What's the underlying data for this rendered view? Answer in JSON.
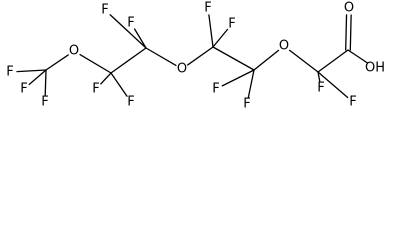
{
  "molecule": {
    "atoms": [
      {
        "id": "f1",
        "symbol": "F"
      },
      {
        "id": "f2",
        "symbol": "F"
      },
      {
        "id": "f3",
        "symbol": "F"
      },
      {
        "id": "o1",
        "symbol": "O"
      },
      {
        "id": "f4",
        "symbol": "F"
      },
      {
        "id": "f5",
        "symbol": "F"
      },
      {
        "id": "f6",
        "symbol": "F"
      },
      {
        "id": "f7",
        "symbol": "F"
      },
      {
        "id": "o2",
        "symbol": "O"
      },
      {
        "id": "f8",
        "symbol": "F"
      },
      {
        "id": "f9",
        "symbol": "F"
      },
      {
        "id": "f10",
        "symbol": "F"
      },
      {
        "id": "f11",
        "symbol": "F"
      },
      {
        "id": "o3",
        "symbol": "O"
      },
      {
        "id": "f12",
        "symbol": "F"
      },
      {
        "id": "f13",
        "symbol": "F"
      },
      {
        "id": "o4",
        "symbol": "O"
      },
      {
        "id": "oh",
        "symbol": "OH"
      }
    ]
  }
}
